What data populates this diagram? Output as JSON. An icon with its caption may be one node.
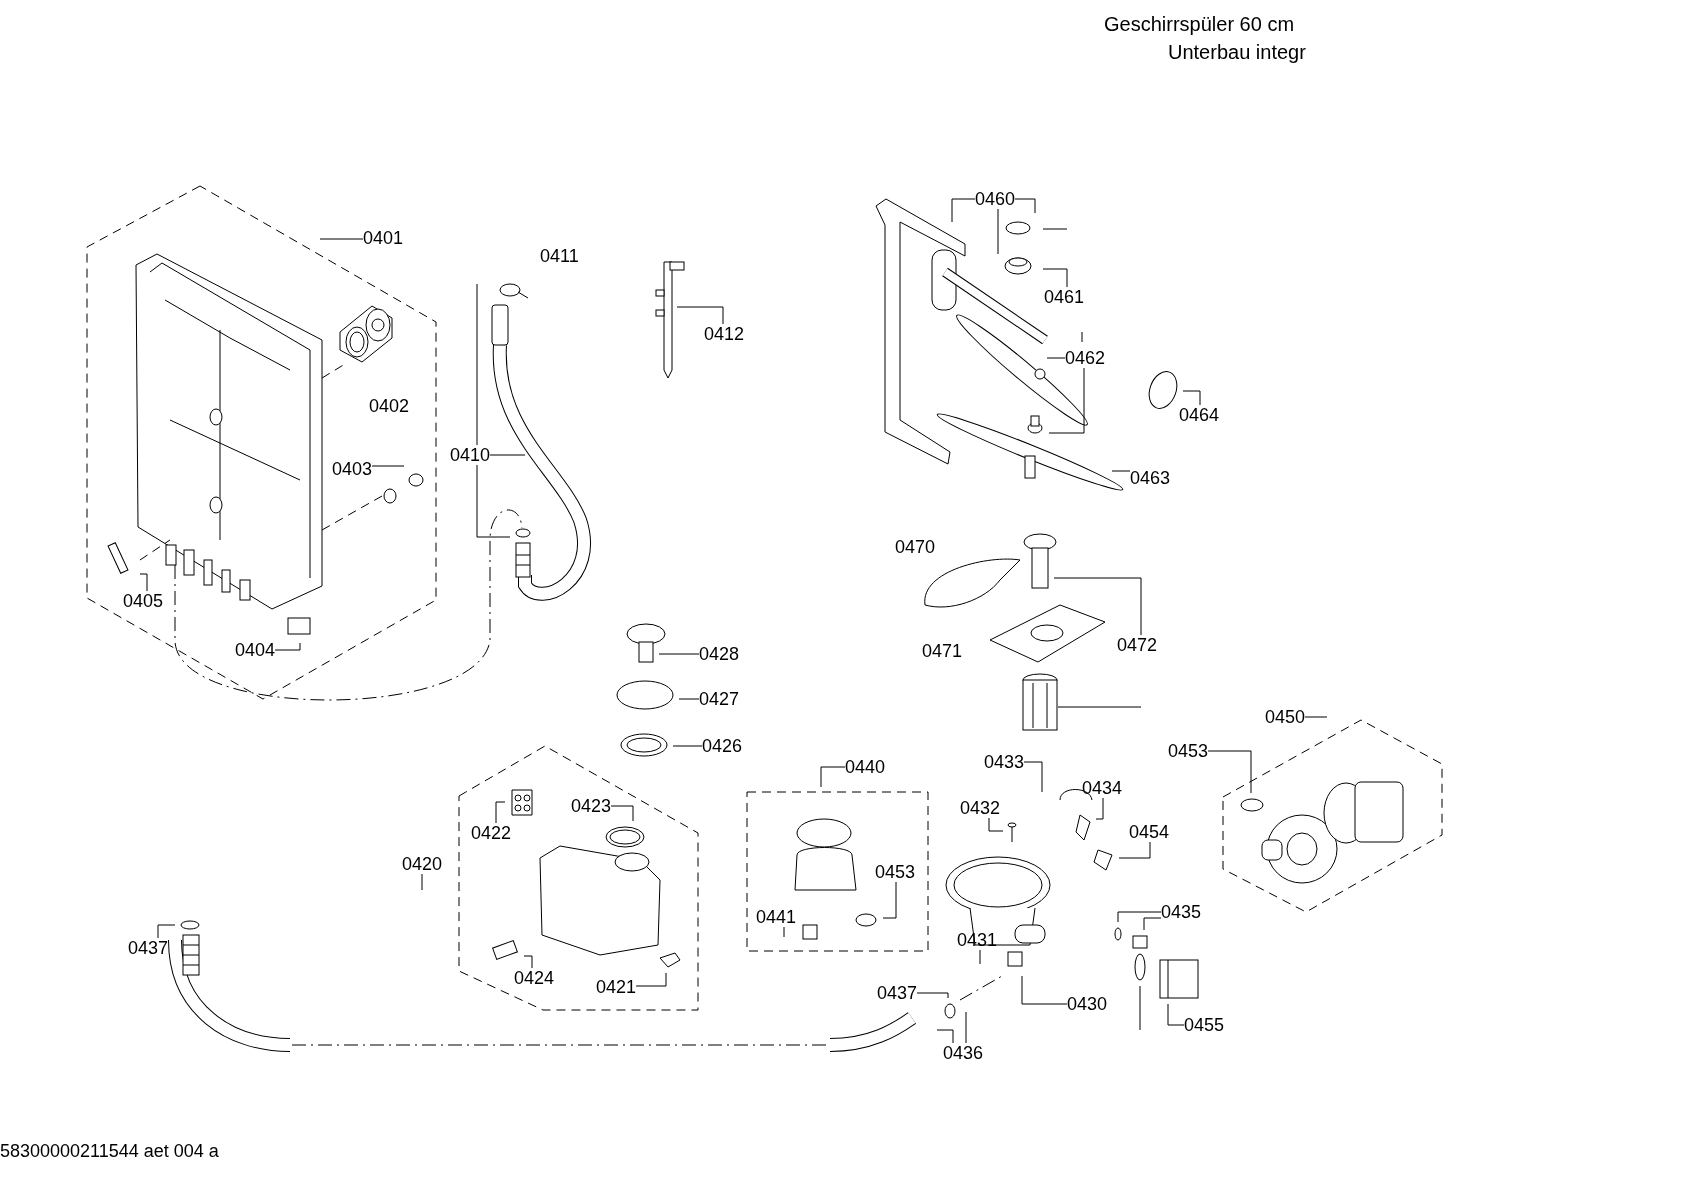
{
  "diagram": {
    "nodes": [
      {
        "text": [
          "0401"
        ]
      },
      {
        "text": [
          "0403"
        ]
      },
      {
        "text": [
          "0405"
        ]
      },
      {
        "text": [
          "0404"
        ]
      },
      {
        "text": [
          "0410"
        ]
      },
      {
        "text": [
          "0412"
        ]
      },
      {
        "text": [
          "0460"
        ]
      },
      {
        "text": [
          "0462"
        ]
      },
      {
        "text": [
          "0464"
        ]
      },
      {
        "text": [
          "0463"
        ]
      },
      {
        "text": [
          "0472"
        ]
      },
      {
        "text": [
          "0428"
        ]
      },
      {
        "text": [
          "0427"
        ]
      },
      {
        "text": [
          "0426"
        ]
      },
      {
        "text": [
          "0440"
        ]
      },
      {
        "text": [
          "0420"
        ]
      },
      {
        "text": [
          "0422"
        ]
      },
      {
        "text": [
          "0423"
        ]
      },
      {
        "text": [
          "0424"
        ]
      },
      {
        "text": [
          "0421"
        ]
      },
      {
        "text": [
          "0453"
        ]
      },
      {
        "text": [
          "0441"
        ]
      },
      {
        "text": [
          "0450"
        ]
      },
      {
        "text": [
          "0453"
        ]
      },
      {
        "text": [
          "0433"
        ]
      },
      {
        "text": [
          "0434"
        ]
      },
      {
        "text": [
          "0432"
        ]
      },
      {
        "text": [
          "0454"
        ]
      },
      {
        "text": [
          "0435"
        ]
      },
      {
        "text": [
          "0431"
        ]
      },
      {
        "text": [
          "0430"
        ]
      },
      {
        "text": [
          "0455"
        ]
      },
      {
        "text": [
          "0437"
        ]
      },
      {
        "text": [
          "0436"
        ]
      },
      {
        "text": [
          "0437"
        ]
      },
      {
        "text": [
          "0461"
        ]
      }
    ],
    "edges": [
      {
        "from": 0,
        "to": null,
        "arrow": "none"
      },
      {
        "from": 1,
        "to": null,
        "arrow": "none"
      },
      {
        "from": 2,
        "to": null,
        "arrow": "none"
      },
      {
        "from": 3,
        "to": null,
        "arrow": "none"
      },
      {
        "from": 4,
        "to": null,
        "arrow": "none"
      },
      {
        "from": 4,
        "to": null,
        "arrow": "none"
      },
      {
        "from": 4,
        "to": null,
        "arrow": "none"
      },
      {
        "from": 5,
        "to": null,
        "arrow": "none"
      },
      {
        "from": 6,
        "to": null,
        "arrow": "none"
      },
      {
        "from": 6,
        "to": null,
        "arrow": "none"
      },
      {
        "from": 6,
        "to": null,
        "arrow": "none"
      },
      {
        "from": 7,
        "to": null,
        "arrow": "none"
      },
      {
        "from": 7,
        "to": null,
        "arrow": "none"
      },
      {
        "from": 8,
        "to": null,
        "arrow": "none"
      },
      {
        "from": 9,
        "to": null,
        "arrow": "none"
      },
      {
        "from": 10,
        "to": null,
        "arrow": "none"
      },
      {
        "from": 11,
        "to": null,
        "arrow": "none"
      },
      {
        "from": 12,
        "to": null,
        "arrow": "none"
      },
      {
        "from": 13,
        "to": null,
        "arrow": "none"
      },
      {
        "from": 14,
        "to": null,
        "arrow": "none"
      },
      {
        "from": 15,
        "to": null,
        "arrow": "none"
      },
      {
        "from": 16,
        "to": null,
        "arrow": "none"
      },
      {
        "from": 17,
        "to": null,
        "arrow": "none"
      },
      {
        "from": 18,
        "to": null,
        "arrow": "none"
      },
      {
        "from": 19,
        "to": null,
        "arrow": "none"
      },
      {
        "from": 20,
        "to": null,
        "arrow": "none"
      },
      {
        "from": 21,
        "to": null,
        "arrow": "none"
      },
      {
        "from": 22,
        "to": null,
        "arrow": "none"
      },
      {
        "from": 23,
        "to": null,
        "arrow": "none"
      },
      {
        "from": 24,
        "to": null,
        "arrow": "none"
      },
      {
        "from": 25,
        "to": null,
        "arrow": "none"
      },
      {
        "from": 26,
        "to": null,
        "arrow": "none"
      },
      {
        "from": 27,
        "to": null,
        "arrow": "none"
      },
      {
        "from": 28,
        "to": null,
        "arrow": "none"
      },
      {
        "from": 28,
        "to": null,
        "arrow": "none"
      },
      {
        "from": 29,
        "to": null,
        "arrow": "none"
      },
      {
        "from": 30,
        "to": null,
        "arrow": "none"
      },
      {
        "from": 31,
        "to": null,
        "arrow": "none"
      },
      {
        "from": 32,
        "to": null,
        "arrow": "none"
      },
      {
        "from": 33,
        "to": null,
        "arrow": "none"
      },
      {
        "from": 33,
        "to": null,
        "arrow": "none"
      },
      {
        "from": 34,
        "to": null,
        "arrow": "none"
      },
      {
        "from": 35,
        "to": null,
        "arrow": "none"
      }
    ],
    "labels": [
      "Geschirrspüler 60 cm",
      "Unterbau integr",
      "0411",
      "0402",
      "0470",
      "0471",
      "58300000211544 aet 004 a"
    ]
  }
}
